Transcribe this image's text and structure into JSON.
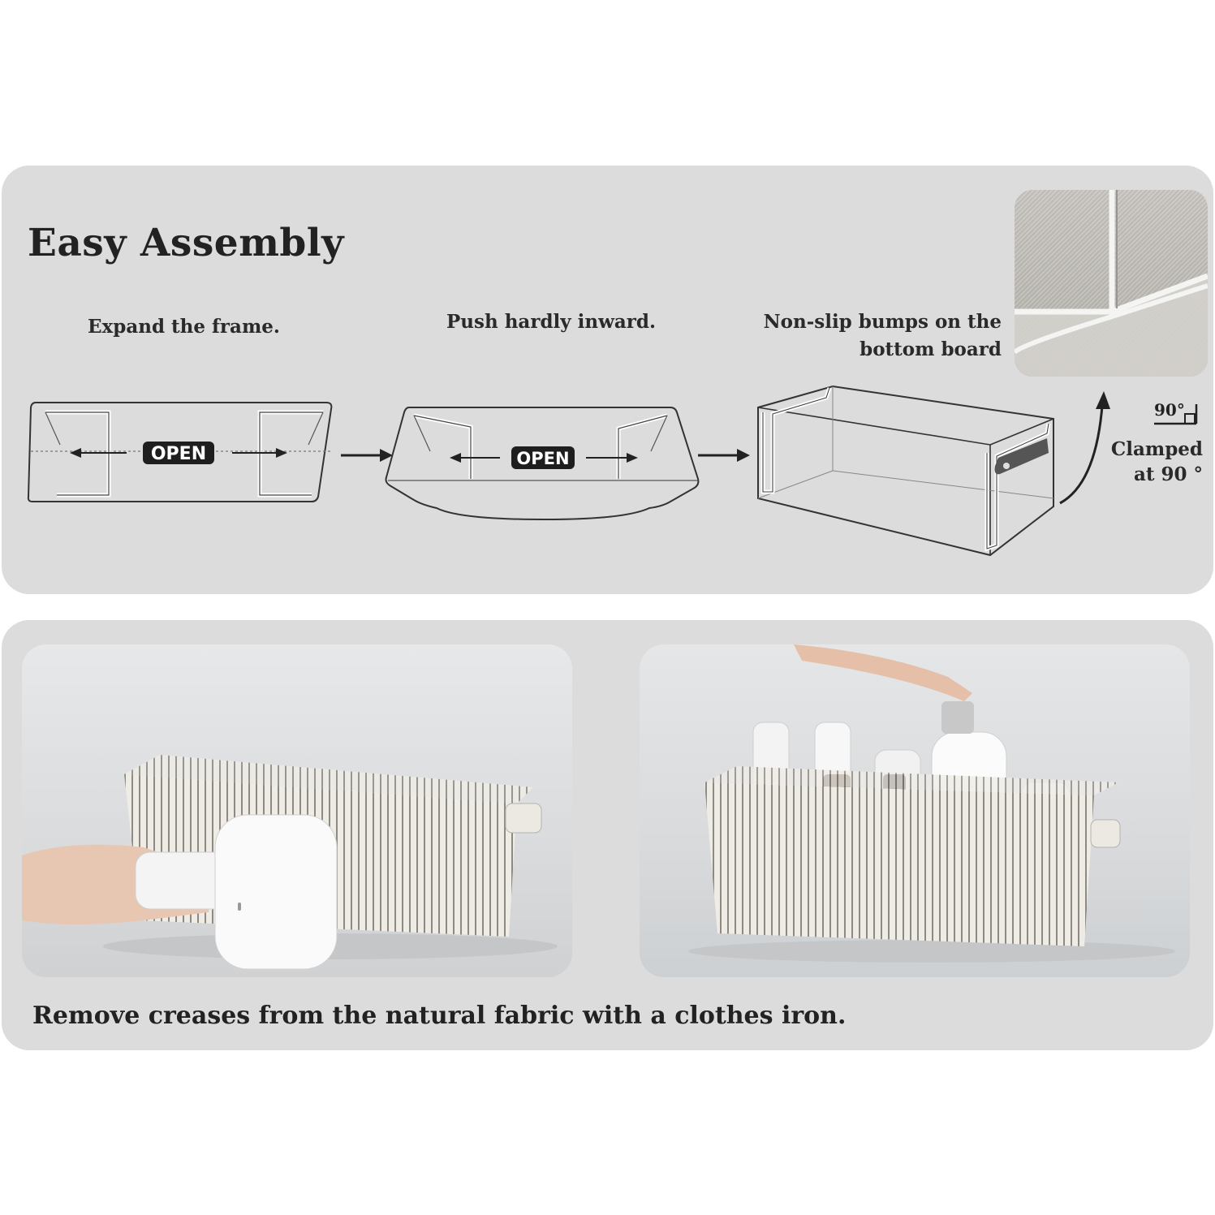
{
  "assembly": {
    "title": "Easy Assembly",
    "steps": [
      {
        "label": "Expand the frame.",
        "badge": "OPEN"
      },
      {
        "label": "Push hardly inward.",
        "badge": "OPEN"
      },
      {
        "label_line1": "Non-slip bumps on the",
        "label_line2": "bottom board"
      }
    ],
    "clamp": {
      "line1": "Clamped",
      "line2": "at 90 °",
      "angle": "90°"
    }
  },
  "care": {
    "caption": "Remove creases from the natural fabric with a clothes iron."
  },
  "colors": {
    "panel": "#dcdcdc",
    "text": "#222222",
    "badge": "#1e1e1e",
    "handle": "#555555"
  }
}
